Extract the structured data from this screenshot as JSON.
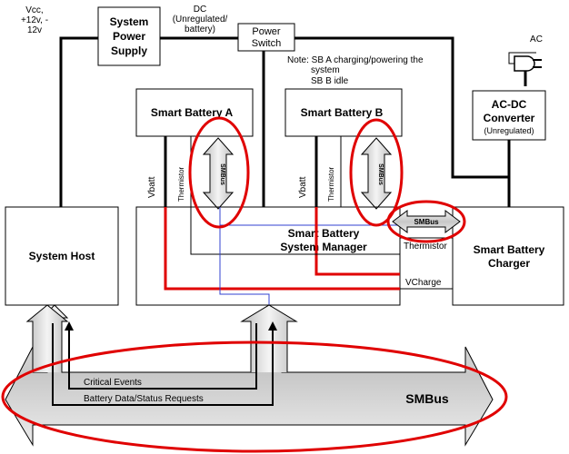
{
  "vcc_label": [
    "Vcc,",
    "+12v, -",
    "12v"
  ],
  "power_supply": [
    "System",
    "Power",
    "Supply"
  ],
  "dc_label": [
    "DC",
    "(Unregulated/",
    "battery)"
  ],
  "power_switch": [
    "Power",
    "Switch"
  ],
  "note": [
    "Note: SB A charging/powering the",
    "system",
    "SB  B  idle"
  ],
  "ac_label": "AC",
  "converter": [
    "AC-DC",
    "Converter",
    "(Unregulated)"
  ],
  "battery_a": "Smart Battery A",
  "battery_b": "Smart Battery B",
  "vbatt": "Vbatt",
  "thermistor": "Thermistor",
  "smbus_short": "SMBus",
  "system_host": "System Host",
  "manager": [
    "Smart Battery",
    "System Manager"
  ],
  "charger": [
    "Smart Battery",
    "Charger"
  ],
  "vcharge": "VCharge",
  "critical_events": "Critical Events",
  "battery_requests": "Battery Data/Status Requests",
  "smbus_main": "SMBus",
  "colors": {
    "highlight": "#e00000",
    "signal_blue": "#3040d0",
    "bus_fill": "#d8d8d8"
  }
}
